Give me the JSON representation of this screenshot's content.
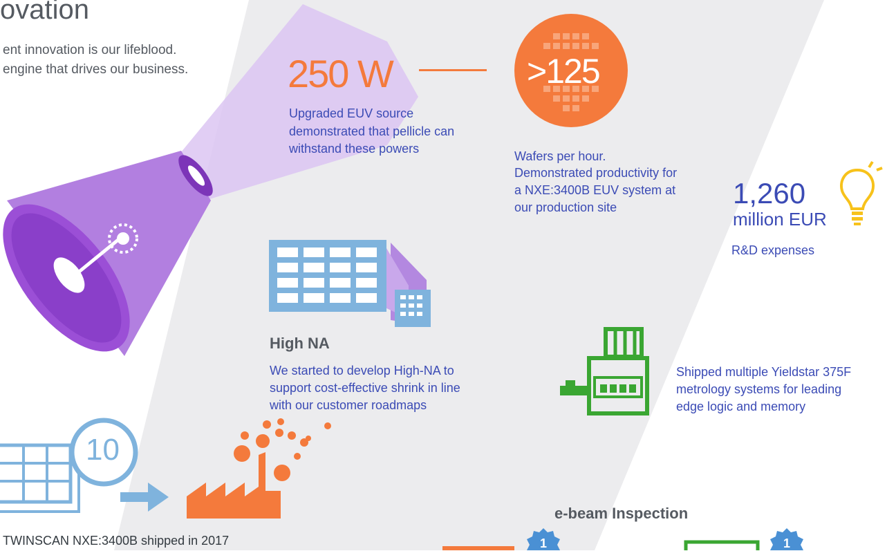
{
  "header": {
    "title": "ovation",
    "intro_line1": "ent innovation is our lifeblood.",
    "intro_line2": "engine that drives our business."
  },
  "euv_source": {
    "value": "250 W",
    "desc_line1": "Upgraded EUV source",
    "desc_line2": "demonstrated that pellicle can",
    "desc_line3": "withstand these powers"
  },
  "wafers": {
    "value": ">125",
    "desc_line1": "Wafers per hour.",
    "desc_line2": "Demonstrated productivity for",
    "desc_line3": "a NXE:3400B EUV system at",
    "desc_line4": "our production site"
  },
  "rnd": {
    "value": "1,260",
    "unit": "million EUR",
    "label": "R&D expenses"
  },
  "high_na": {
    "title": "High NA",
    "desc_line1": "We started to develop High-NA to",
    "desc_line2": "support cost-effective shrink in line",
    "desc_line3": "with our customer roadmaps"
  },
  "yieldstar": {
    "desc_line1": "Shipped multiple Yieldstar 375F",
    "desc_line2": "metrology systems for leading",
    "desc_line3": "edge logic and memory"
  },
  "twinscan": {
    "count": "10",
    "caption": "TWINSCAN NXE:3400B shipped in 2017"
  },
  "ebeam": {
    "title": "e-beam Inspection",
    "badge1": "1",
    "badge2": "1"
  },
  "colors": {
    "orange": "#f47a3c",
    "blue_text": "#3b4bb5",
    "purple": "#a866d9",
    "light_blue": "#7fb3dd",
    "green": "#3aa632",
    "yellow": "#f7c21b",
    "band": "#ececee"
  }
}
